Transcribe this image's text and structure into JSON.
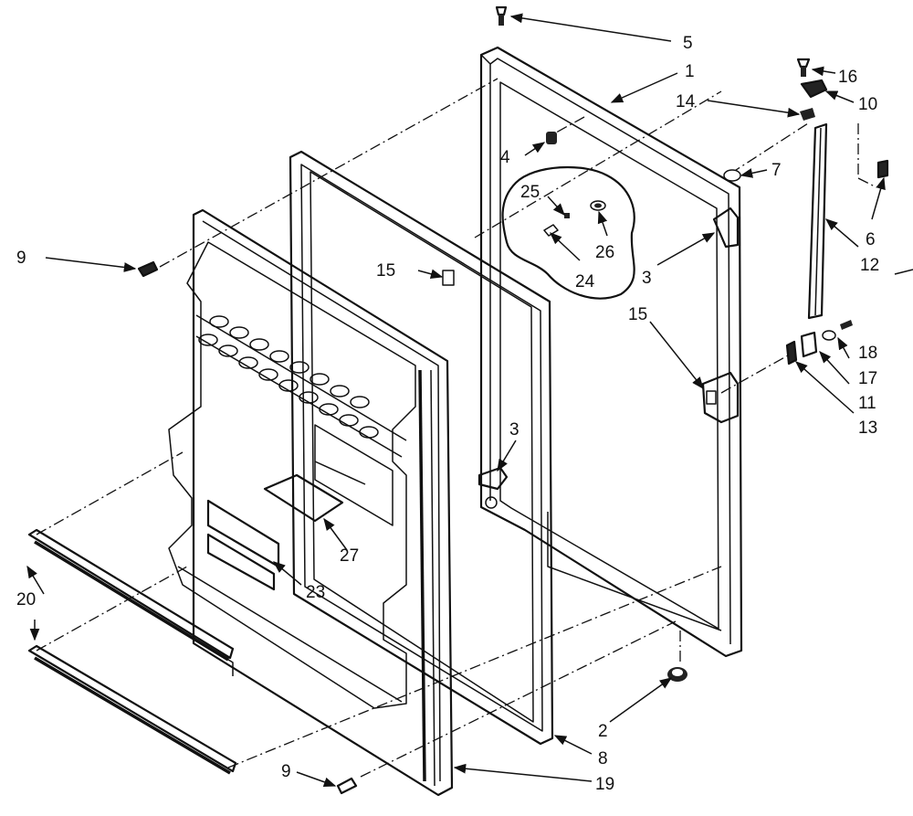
{
  "callouts": {
    "c1": "1",
    "c2": "2",
    "c3a": "3",
    "c3b": "3",
    "c4": "4",
    "c5": "5",
    "c6": "6",
    "c7": "7",
    "c8": "8",
    "c9a": "9",
    "c9b": "9",
    "c10": "10",
    "c11": "11",
    "c12": "12",
    "c13": "13",
    "c14": "14",
    "c15a": "15",
    "c15b": "15",
    "c16": "16",
    "c17": "17",
    "c18": "18",
    "c19": "19",
    "c20": "20",
    "c23": "23",
    "c24": "24",
    "c25": "25",
    "c26": "26",
    "c27": "27"
  }
}
